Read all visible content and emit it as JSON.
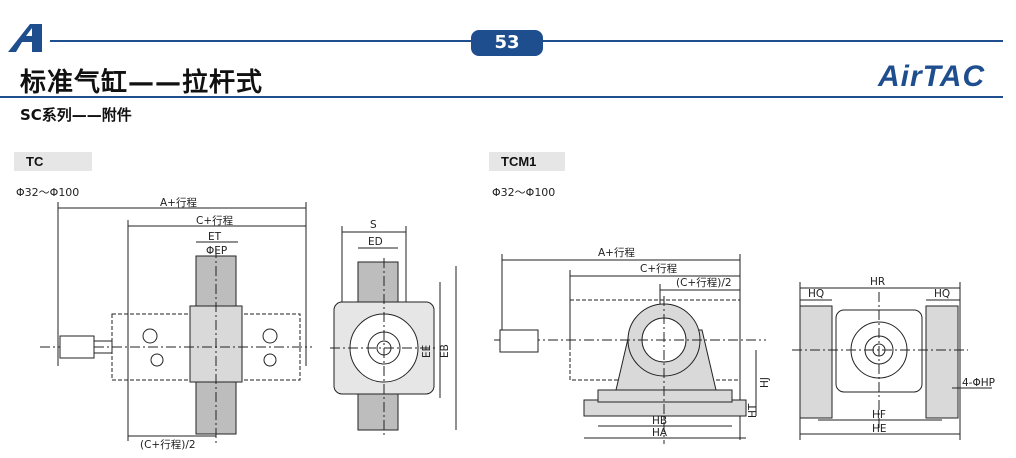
{
  "header": {
    "page_number": "53",
    "title": "标准气缸——拉杆式",
    "subtitle": "SC系列——附件",
    "brand": "AirTAC",
    "accent_color": "#1f4e8f",
    "logo_icon": "airtac-a-logo-icon"
  },
  "sections": [
    {
      "tag": "TC",
      "range": "Φ32～Φ100",
      "labels": {
        "a_stroke": "A+行程",
        "c_stroke": "C+行程",
        "et": "ET",
        "ep": "ΦEP",
        "half_c_stroke": "(C+行程)/2",
        "s": "S",
        "ed": "ED",
        "ee": "EE",
        "eb": "EB"
      }
    },
    {
      "tag": "TCM1",
      "range": "Φ32～Φ100",
      "labels": {
        "a_stroke": "A+行程",
        "c_stroke": "C+行程",
        "half_c_stroke": "(C+行程)/2",
        "hb": "HB",
        "ha": "HA",
        "ht": "HT",
        "hj": "HJ",
        "hr": "HR",
        "hq_left": "HQ",
        "hq_right": "HQ",
        "hf": "HF",
        "he": "HE",
        "hp": "4-ΦHP"
      }
    }
  ]
}
